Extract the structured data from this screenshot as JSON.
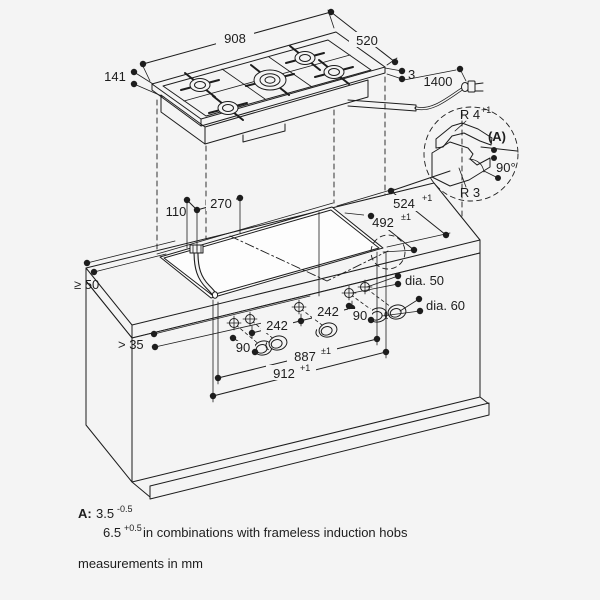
{
  "doc": {
    "kind": "hob installation drawing",
    "ink": "#1d1d1d",
    "background": "#f4f4f4"
  },
  "hob": {
    "width": "908",
    "depth": "520",
    "height": "141",
    "edge": "3",
    "cable": "1400"
  },
  "corner_detail": {
    "radius_top": "R 4",
    "radius_top_sup": "+1",
    "ref": "(A)",
    "angle": "90°",
    "radius_bottom": "R 3"
  },
  "worktop": {
    "gas_offset_a": "110",
    "gas_offset_b": "270",
    "cutout_depth": "524",
    "cutout_depth_sup": "+1",
    "cutout_depth_inner": "492",
    "cutout_depth_inner_sup": "±1",
    "rear_clearance": "≥ 50",
    "front_clearance": "> 35"
  },
  "front_panel": {
    "hole_small": "dia. 50",
    "hole_large": "dia. 60",
    "spacing_left": "242",
    "spacing_right": "242",
    "offset_left": "90",
    "offset_right": "90",
    "hole_span": "887",
    "hole_span_sup": "±1",
    "hole_span_outer": "912",
    "hole_span_outer_sup": "+1"
  },
  "footnotes": {
    "a_key": "A:",
    "a_val": "3.5",
    "a_sup": "-0.5",
    "b_val": "6.5",
    "b_sup": "+0.5",
    "b_text": "in combinations with frameless induction hobs",
    "units": "measurements in mm"
  }
}
